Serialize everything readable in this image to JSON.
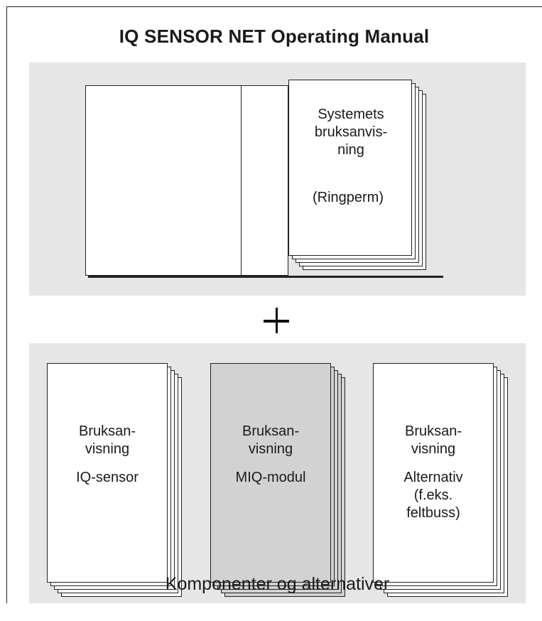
{
  "title": "IQ SENSOR NET Operating Manual",
  "binder": {
    "lines": [
      "Systemets",
      "bruksanvis-",
      "ning"
    ],
    "subtitle": "(Ringperm)"
  },
  "manuals": [
    {
      "lines": [
        "Bruksan-",
        "visning"
      ],
      "subtitle_lines": [
        "IQ-sensor"
      ],
      "fill": "#ffffff"
    },
    {
      "lines": [
        "Bruksan-",
        "visning"
      ],
      "subtitle_lines": [
        "MIQ-modul"
      ],
      "fill": "#d2d2d2"
    },
    {
      "lines": [
        "Bruksan-",
        "visning"
      ],
      "subtitle_lines": [
        "Alternativ",
        "(f.eks.",
        "feltbuss)"
      ],
      "fill": "#ffffff"
    }
  ],
  "caption": "Komponenter og alternativer",
  "colors": {
    "panel": "#e6e6e7",
    "stroke": "#222222",
    "highlight_manual": "#d2d2d2"
  }
}
